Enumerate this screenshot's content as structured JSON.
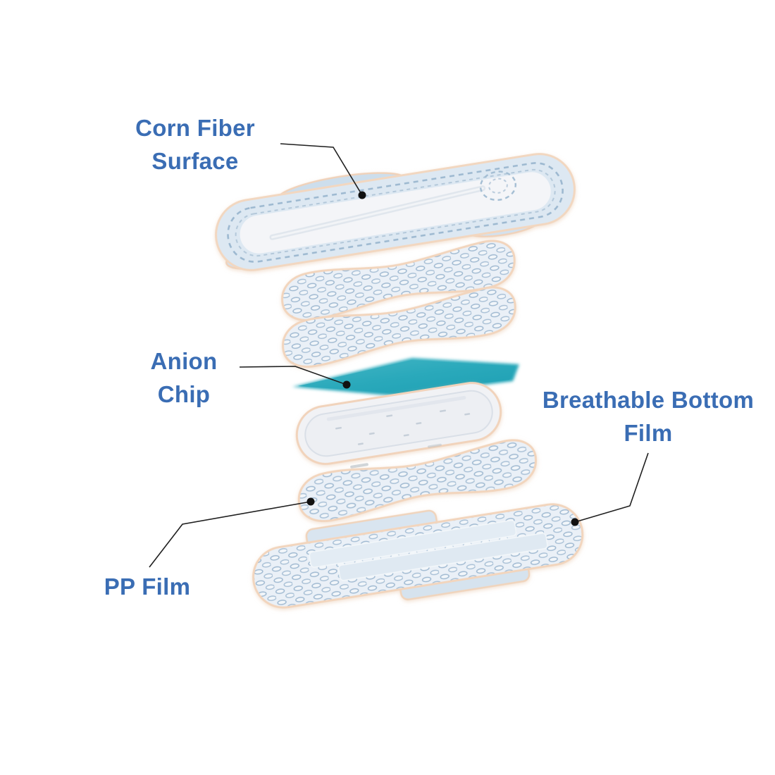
{
  "page": {
    "background": "#ffffff"
  },
  "labels": {
    "corn_fiber_surface": {
      "line1": "Corn Fiber",
      "line2": "Surface"
    },
    "anion_chip": {
      "line1": "Anion",
      "line2": "Chip"
    },
    "breathable_bottom_film": {
      "line1": "Breathable Bottom",
      "line2": "Film"
    },
    "pp_film": {
      "line1": "PP Film"
    }
  },
  "colors": {
    "label_text": "#3a6db4",
    "leader_line": "#1f1f1f",
    "leader_dot": "#111111",
    "anion_chip_teal": "#2aa9bb",
    "pad_rim_blue": "#dde8f2",
    "pad_inner_white": "#f4f5f8",
    "pad_outline_peach": "#f2d5bd",
    "mesh_dash_blue": "#9fb9d1"
  }
}
